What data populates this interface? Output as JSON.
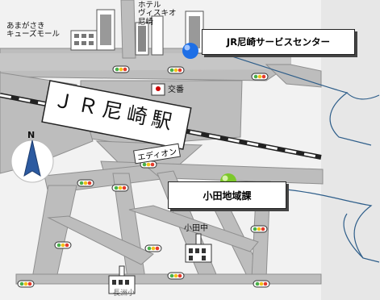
{
  "map": {
    "station_name": "ＪＲ尼崎駅",
    "landmarks": {
      "cues_mall": "あまがさき\nキューズモール",
      "hotel": "ホテル\nヴィスキオ\n尼崎",
      "koban": "交番",
      "edion": "エディオン",
      "school_odanaka": "小田中",
      "school_bottom": "長洲小"
    },
    "callouts": {
      "service_center": "JR尼崎サービスセンター",
      "oda_chiiki": "小田地域課"
    },
    "compass": {
      "label": "N"
    },
    "colors": {
      "road": "#bdbdbd",
      "road_edge": "#8f8f8f",
      "background": "#f2f2f2",
      "panel": "#e7e7e7",
      "marker_blue": "#1e6fe6",
      "marker_green": "#7cc82a",
      "balloon_line": "#2e5e8a"
    }
  }
}
